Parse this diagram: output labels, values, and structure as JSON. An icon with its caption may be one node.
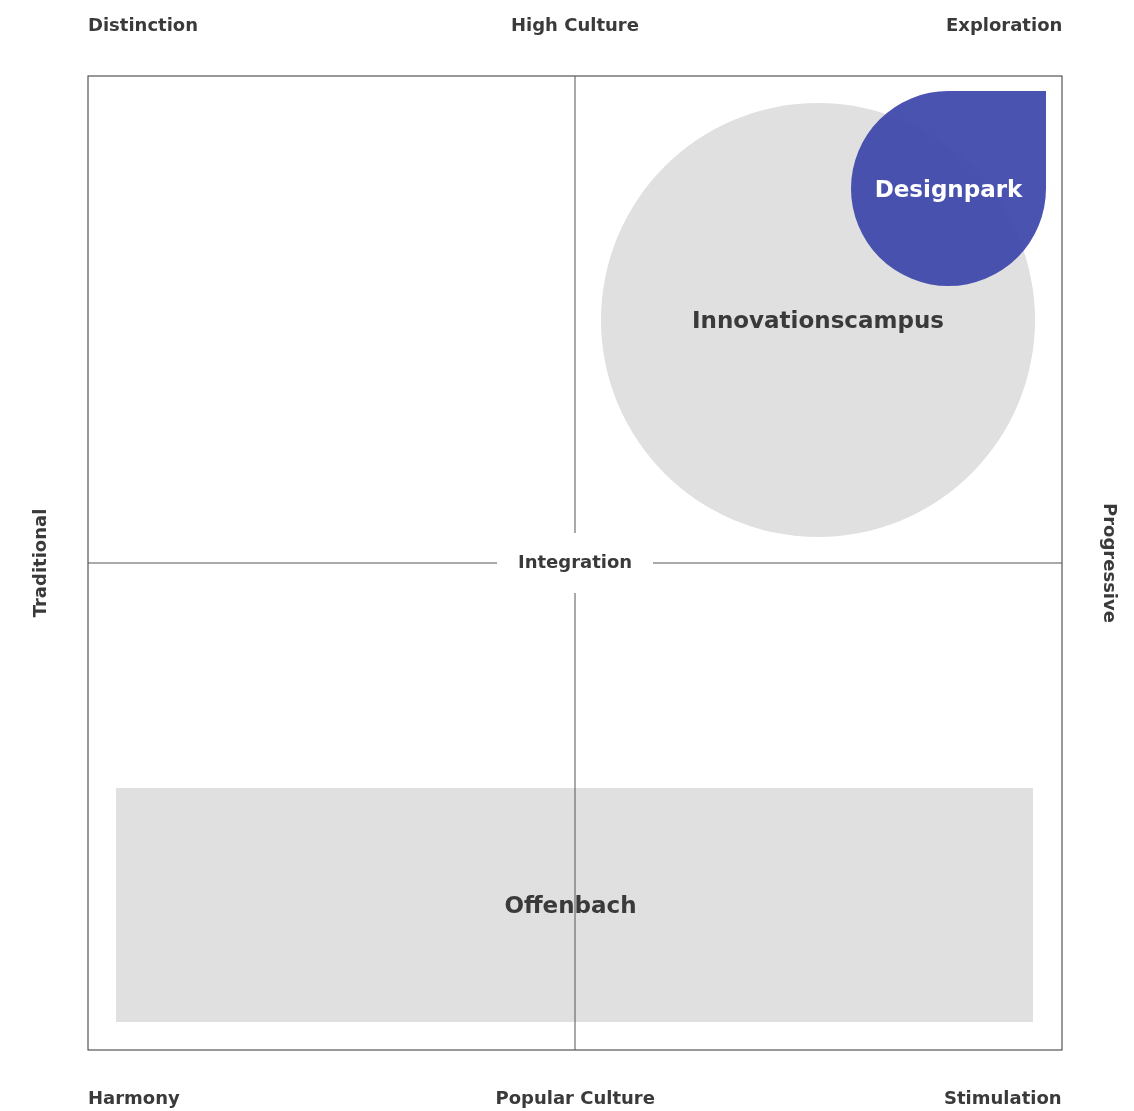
{
  "diagram": {
    "nodes": [
      {
        "text": [
          "Designpark"
        ]
      },
      {
        "text": [
          "Innovationscampus"
        ]
      },
      {
        "text": [
          "Offenbach"
        ]
      }
    ],
    "labels": [
      "Distinction",
      "High Culture",
      "Exploration",
      "Traditional",
      "Integration",
      "Progressive",
      "Harmony",
      "Popular Culture",
      "Stimulation"
    ]
  }
}
